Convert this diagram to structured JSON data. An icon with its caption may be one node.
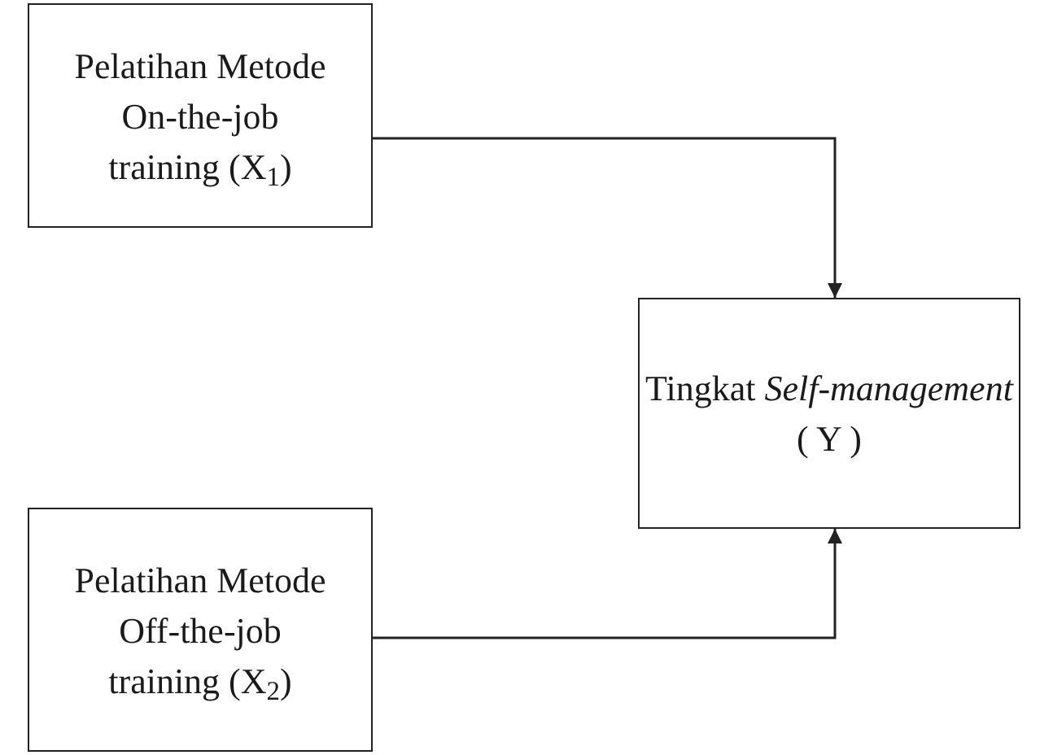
{
  "diagram": {
    "nodes": [
      {
        "text": [
          "Pelatihan Metode On-the-job training (X$_{1}$)"
        ]
      },
      {
        "text": [
          "Pelatihan Metode Off-the-job training (X$_{2}$)"
        ]
      },
      {
        "text": [
          "Tingkat *Self-management* ( Y )"
        ]
      }
    ],
    "edges": [
      {
        "from": 0,
        "to": 2,
        "arrow": "to"
      },
      {
        "from": 1,
        "to": 2,
        "arrow": "to"
      }
    ]
  }
}
